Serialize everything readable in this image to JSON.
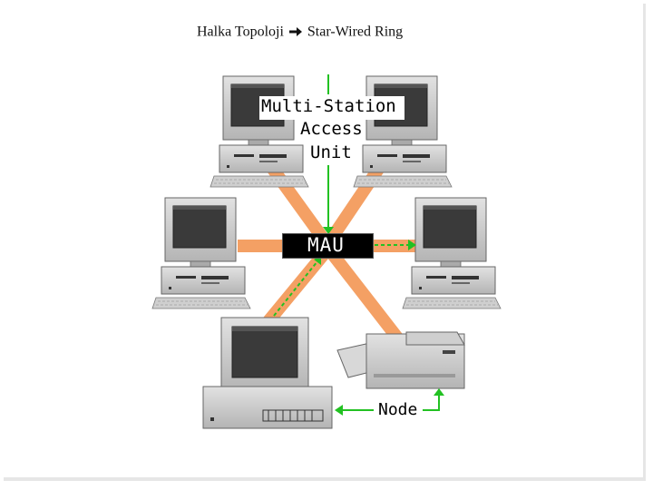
{
  "title": {
    "left": "Halka Topoloji",
    "right": "Star-Wired Ring",
    "arrow_icon": "right-arrow-icon"
  },
  "diagram": {
    "labels": {
      "msau_line1": "Multi-Station",
      "msau_line2": "Access",
      "msau_line3": "Unit",
      "mau": "MAU",
      "node": "Node"
    },
    "colors": {
      "cable": "#f4a064",
      "arrow": "#22c122",
      "device_body": "#c8c8c8",
      "screen": "#3a3a3a",
      "mau_bg": "#000000"
    },
    "devices": [
      {
        "id": "computer-top-left",
        "type": "desktop-computer"
      },
      {
        "id": "computer-top-right",
        "type": "desktop-computer"
      },
      {
        "id": "computer-mid-left",
        "type": "desktop-computer"
      },
      {
        "id": "computer-mid-right",
        "type": "desktop-computer"
      },
      {
        "id": "computer-bottom-left",
        "type": "desktop-computer-large"
      },
      {
        "id": "printer-bottom-right",
        "type": "printer"
      }
    ]
  }
}
